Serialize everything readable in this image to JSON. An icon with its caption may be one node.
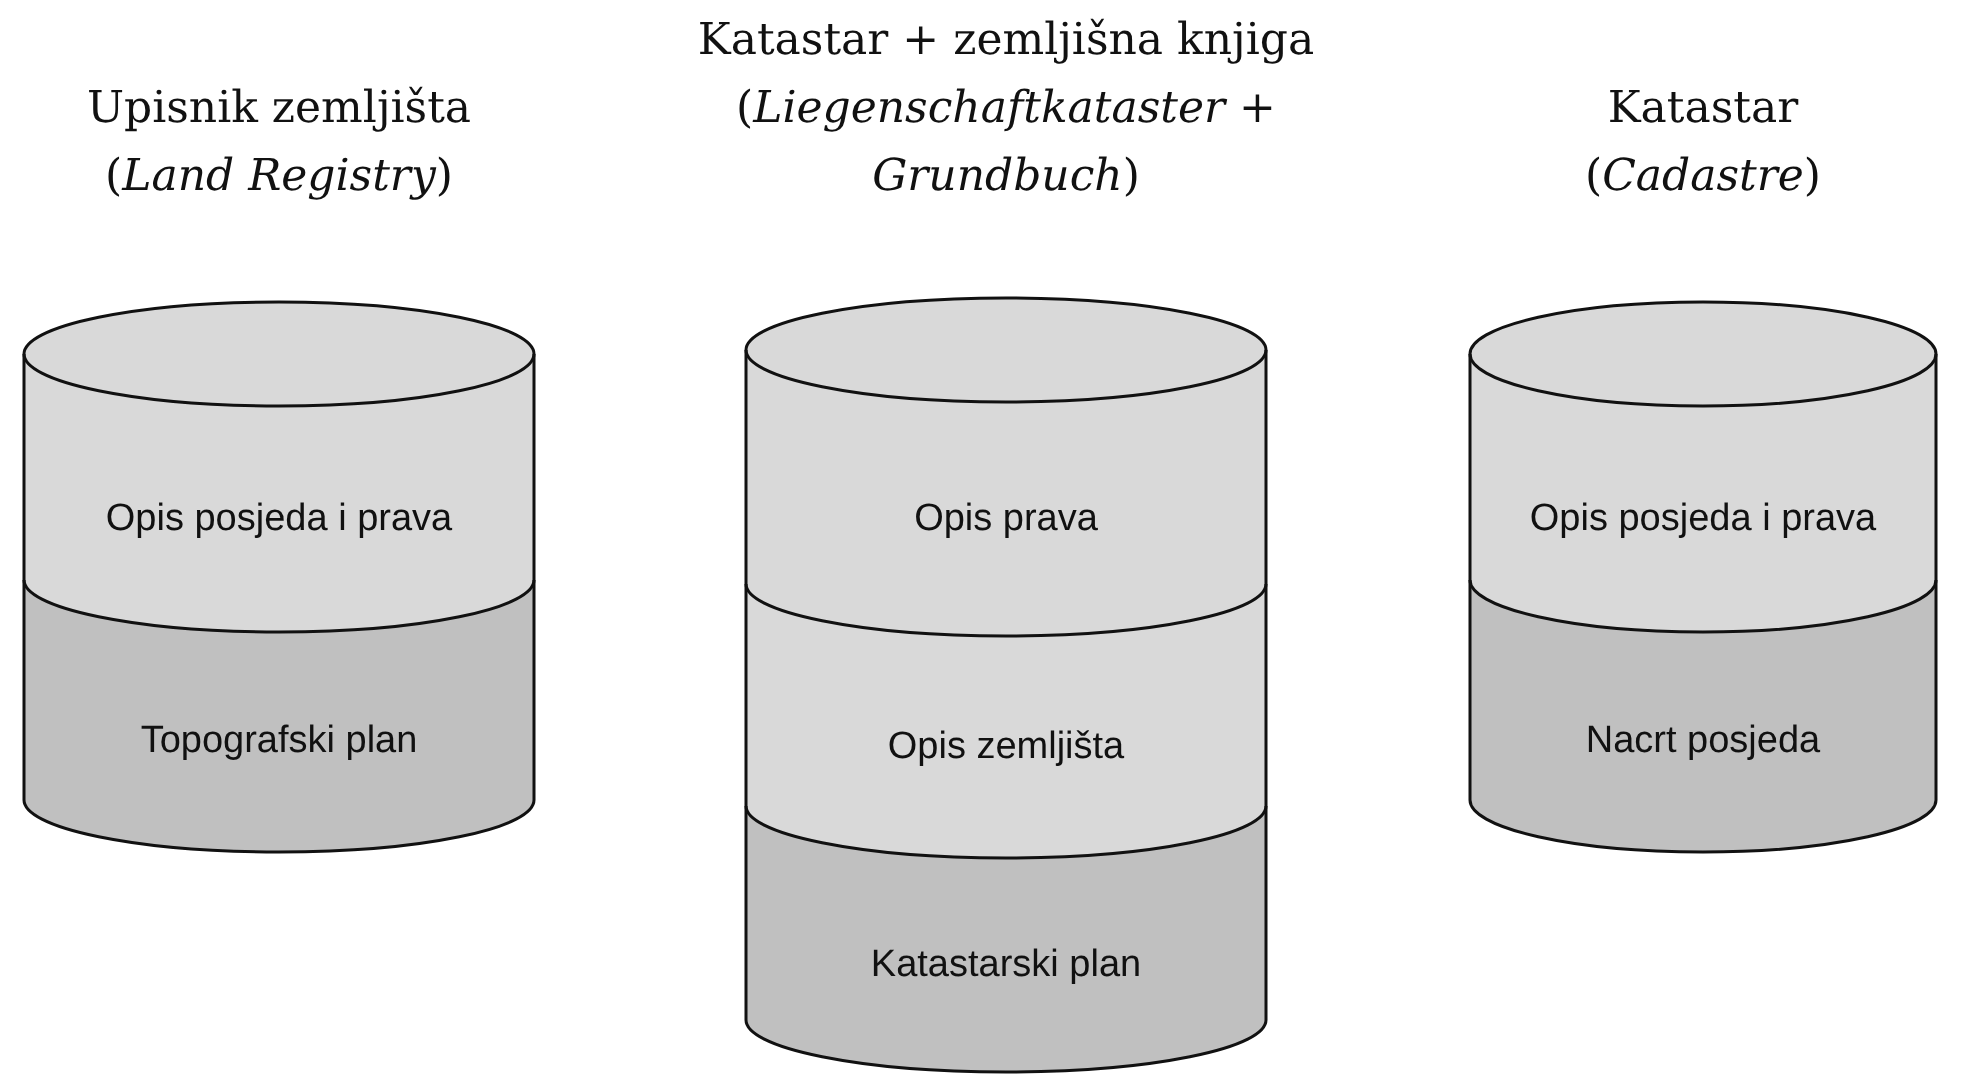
{
  "diagram": {
    "nodes": [
      {
        "text": [
          "Upisnik zemljišta",
          "(*Land Registry*)"
        ]
      },
      {
        "text": [
          "Opis posjeda i prava"
        ],
        "in": 0
      },
      {
        "text": [
          "Topografski plan"
        ],
        "in": 0
      },
      {
        "text": [
          "Katastar + zemljišna knjiga",
          "(*Liegenschaftkataster + Grundbuch*)"
        ]
      },
      {
        "text": [
          "Opis prava"
        ],
        "in": 3
      },
      {
        "text": [
          "Opis zemljišta"
        ],
        "in": 3
      },
      {
        "text": [
          "Katastarski plan"
        ],
        "in": 3
      },
      {
        "text": [
          "Katastar",
          "(*Cadastre*)"
        ]
      },
      {
        "text": [
          "Opis posjeda i prava"
        ],
        "in": 7
      },
      {
        "text": [
          "Nacrt posjeda"
        ],
        "in": 7
      }
    ]
  }
}
